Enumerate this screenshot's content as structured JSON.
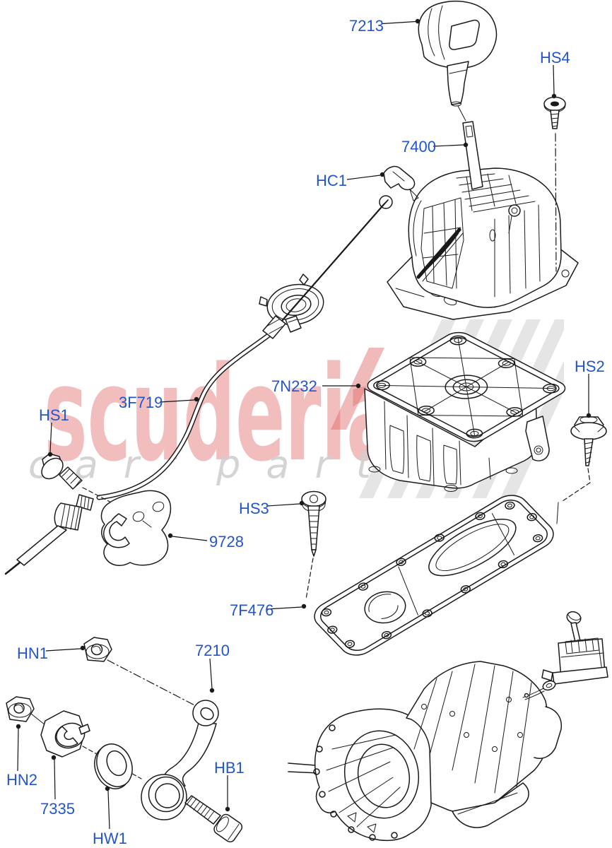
{
  "watermark": {
    "brand": "scuderia",
    "subtext": "car parts"
  },
  "parts": [
    {
      "label": "7213"
    },
    {
      "label": "HS4"
    },
    {
      "label": "7400"
    },
    {
      "label": "HC1"
    },
    {
      "label": "7N232"
    },
    {
      "label": "HS2"
    },
    {
      "label": "3F719"
    },
    {
      "label": "HS1"
    },
    {
      "label": "HS3"
    },
    {
      "label": "9728"
    },
    {
      "label": "7F476"
    },
    {
      "label": "HN1"
    },
    {
      "label": "7210"
    },
    {
      "label": "HN2"
    },
    {
      "label": "7335"
    },
    {
      "label": "HW1"
    },
    {
      "label": "HB1"
    }
  ],
  "colors": {
    "label": "#2255cc",
    "line": "#1a1a1a",
    "watermark_brand": "#efadad",
    "watermark_sub": "#d0d0d0",
    "watermark_stripe": "#dcdcdc",
    "watermark_accent": "#e06666"
  }
}
